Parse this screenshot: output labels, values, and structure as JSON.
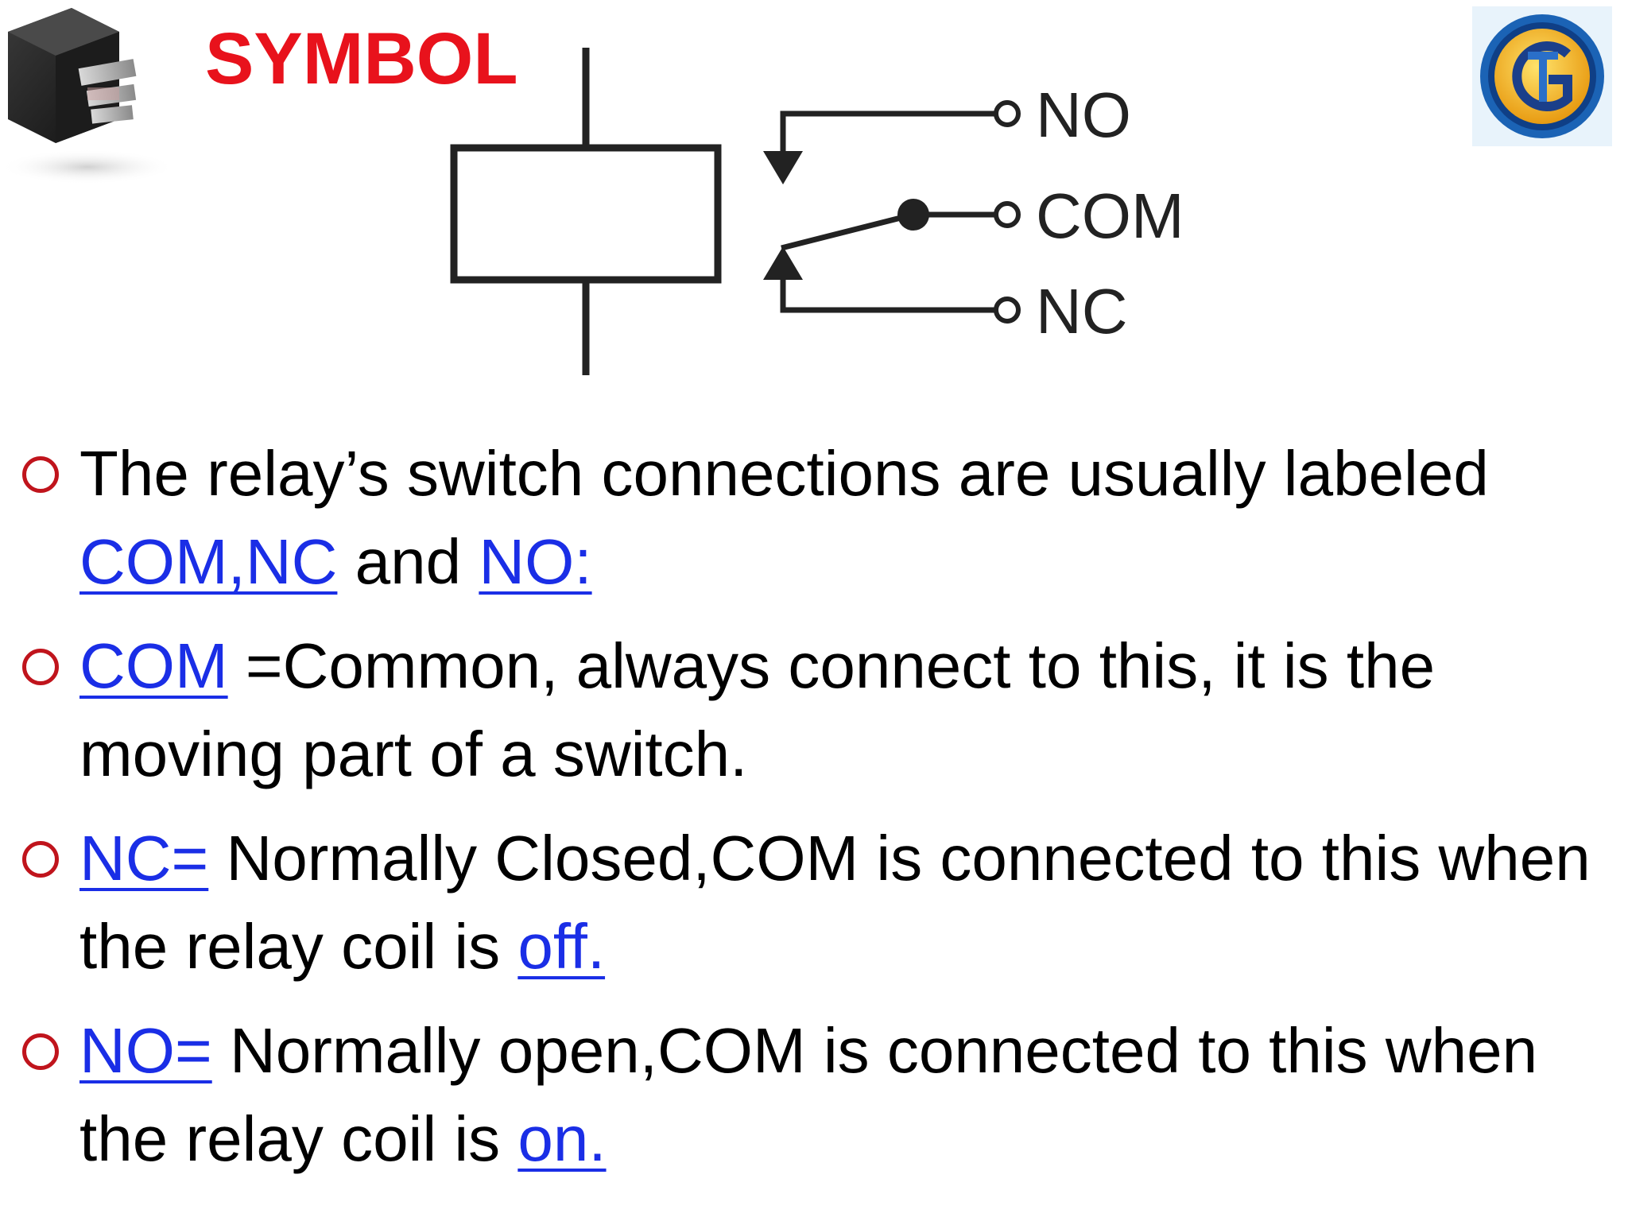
{
  "slide": {
    "title": "SYMBOL",
    "diagram": {
      "no_label": "NO",
      "com_label": "COM",
      "nc_label": "NC"
    },
    "bullets": [
      {
        "lead": " The relay’s switch connections are usually labeled ",
        "link1": "COM,NC",
        "mid": " and ",
        "link2": "NO:"
      },
      {
        "link": "COM",
        "text": " =Common, always connect to this, it is the moving part of a switch."
      },
      {
        "link": "NC=",
        "text": " Normally Closed,COM is connected to this when the relay coil is ",
        "link_end": "off."
      },
      {
        "link": "NO=",
        "text": " Normally open,COM is connected to this when the relay coil is ",
        "link_end": "on."
      }
    ]
  },
  "colors": {
    "title": "#e8121c",
    "link": "#1a2ee6",
    "bullet_marker": "#c0141c"
  },
  "icons": {
    "relay_photo": "relay-photo-icon",
    "logo": "brand-logo-icon"
  }
}
